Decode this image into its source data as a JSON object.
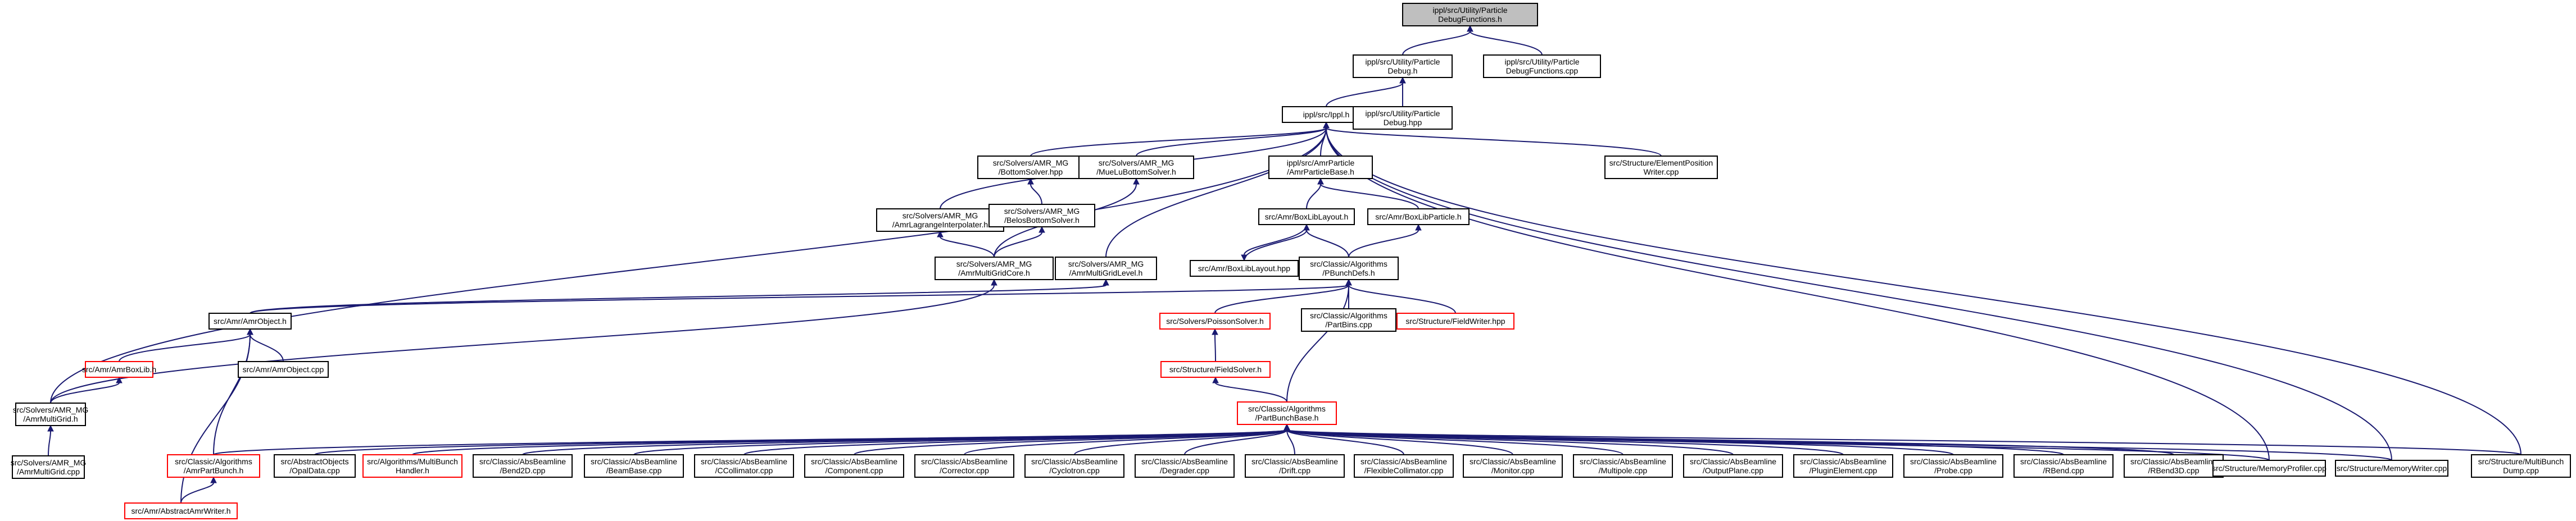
{
  "colors": {
    "edge": "#191970",
    "node_border": "#000000",
    "node_border_incomplete": "#ff0000",
    "highlight_fill": "#bfbfbf"
  },
  "nodes": [
    {
      "id": "root",
      "lines": [
        "ippl/src/Utility/Particle",
        "DebugFunctions.h"
      ],
      "style": "highlight"
    },
    {
      "id": "pdh",
      "lines": [
        "ippl/src/Utility/Particle",
        "Debug.h"
      ]
    },
    {
      "id": "dfcpp",
      "lines": [
        "ippl/src/Utility/Particle",
        "DebugFunctions.cpp"
      ]
    },
    {
      "id": "ipplh",
      "lines": [
        "ippl/src/Ippl.h"
      ]
    },
    {
      "id": "pdhpp",
      "lines": [
        "ippl/src/Utility/Particle",
        "Debug.hpp"
      ]
    },
    {
      "id": "bbshpp",
      "lines": [
        "src/Solvers/AMR_MG",
        "/BottomSolver.hpp"
      ]
    },
    {
      "id": "mlbs",
      "lines": [
        "src/Solvers/AMR_MG",
        "/MueLuBottomSolver.h"
      ]
    },
    {
      "id": "apb",
      "lines": [
        "ippl/src/AmrParticle",
        "/AmrParticleBase.h"
      ]
    },
    {
      "id": "sep",
      "lines": [
        "src/Structure/ElementPosition",
        "Writer.cpp"
      ]
    },
    {
      "id": "ali",
      "lines": [
        "src/Solvers/AMR_MG",
        "/AmrLagrangeInterpolater.h"
      ]
    },
    {
      "id": "bbsh",
      "lines": [
        "src/Solvers/AMR_MG",
        "/BelosBottomSolver.h"
      ]
    },
    {
      "id": "abll",
      "lines": [
        "src/Amr/BoxLibLayout.h"
      ]
    },
    {
      "id": "ablp",
      "lines": [
        "src/Amr/BoxLibParticle.h"
      ]
    },
    {
      "id": "ablhpp",
      "lines": [
        "src/Amr/BoxLibLayout.hpp"
      ]
    },
    {
      "id": "amgc",
      "lines": [
        "src/Solvers/AMR_MG",
        "/AmrMultiGridCore.h"
      ]
    },
    {
      "id": "amgl",
      "lines": [
        "src/Solvers/AMR_MG",
        "/AmrMultiGridLevel.h"
      ]
    },
    {
      "id": "pbd",
      "lines": [
        "src/Classic/Algorithms",
        "/PBunchDefs.h"
      ]
    },
    {
      "id": "aoh",
      "lines": [
        "src/Amr/AmrObject.h"
      ]
    },
    {
      "id": "ps",
      "lines": [
        "src/Solvers/PoissonSolver.h"
      ],
      "style": "red"
    },
    {
      "id": "pbcpp",
      "lines": [
        "src/Classic/Algorithms",
        "/PartBins.cpp"
      ]
    },
    {
      "id": "sfw",
      "lines": [
        "src/Structure/FieldWriter.hpp"
      ],
      "style": "red"
    },
    {
      "id": "abl",
      "lines": [
        "src/Amr/AmrBoxLib.h"
      ],
      "style": "red"
    },
    {
      "id": "aocpp",
      "lines": [
        "src/Amr/AmrObject.cpp"
      ]
    },
    {
      "id": "sfs",
      "lines": [
        "src/Structure/FieldSolver.h"
      ],
      "style": "red"
    },
    {
      "id": "amg",
      "lines": [
        "src/Solvers/AMR_MG",
        "/AmrMultiGrid.h"
      ]
    },
    {
      "id": "pbb",
      "lines": [
        "src/Classic/Algorithms",
        "/PartBunchBase.h"
      ],
      "style": "red"
    },
    {
      "id": "amgcpp",
      "lines": [
        "src/Solvers/AMR_MG",
        "/AmrMultiGrid.cpp"
      ]
    },
    {
      "id": "apbh",
      "lines": [
        "src/Classic/Algorithms",
        "/AmrPartBunch.h"
      ],
      "style": "red"
    },
    {
      "id": "aod",
      "lines": [
        "src/AbstractObjects",
        "/OpalData.cpp"
      ]
    },
    {
      "id": "mbh",
      "lines": [
        "src/Algorithms/MultiBunch",
        "Handler.h"
      ],
      "style": "red"
    },
    {
      "id": "b2d",
      "lines": [
        "src/Classic/AbsBeamline",
        "/Bend2D.cpp"
      ]
    },
    {
      "id": "bb",
      "lines": [
        "src/Classic/AbsBeamline",
        "/BeamBase.cpp"
      ]
    },
    {
      "id": "cc",
      "lines": [
        "src/Classic/AbsBeamline",
        "/CCollimator.cpp"
      ]
    },
    {
      "id": "comp",
      "lines": [
        "src/Classic/AbsBeamline",
        "/Component.cpp"
      ]
    },
    {
      "id": "corr",
      "lines": [
        "src/Classic/AbsBeamline",
        "/Corrector.cpp"
      ]
    },
    {
      "id": "cyc",
      "lines": [
        "src/Classic/AbsBeamline",
        "/Cyclotron.cpp"
      ]
    },
    {
      "id": "deg",
      "lines": [
        "src/Classic/AbsBeamline",
        "/Degrader.cpp"
      ]
    },
    {
      "id": "drift",
      "lines": [
        "src/Classic/AbsBeamline",
        "/Drift.cpp"
      ]
    },
    {
      "id": "fc",
      "lines": [
        "src/Classic/AbsBeamline",
        "/FlexibleCollimator.cpp"
      ]
    },
    {
      "id": "mon",
      "lines": [
        "src/Classic/AbsBeamline",
        "/Monitor.cpp"
      ]
    },
    {
      "id": "mp",
      "lines": [
        "src/Classic/AbsBeamline",
        "/Multipole.cpp"
      ]
    },
    {
      "id": "op",
      "lines": [
        "src/Classic/AbsBeamline",
        "/OutputPlane.cpp"
      ]
    },
    {
      "id": "pe",
      "lines": [
        "src/Classic/AbsBeamline",
        "/PluginElement.cpp"
      ]
    },
    {
      "id": "probe",
      "lines": [
        "src/Classic/AbsBeamline",
        "/Probe.cpp"
      ]
    },
    {
      "id": "rb",
      "lines": [
        "src/Classic/AbsBeamline",
        "/RBend.cpp"
      ]
    },
    {
      "id": "rb3d",
      "lines": [
        "src/Classic/AbsBeamline",
        "/RBend3D.cpp"
      ]
    },
    {
      "id": "smp",
      "lines": [
        "src/Structure/MemoryProfiler.cpp"
      ]
    },
    {
      "id": "smw",
      "lines": [
        "src/Structure/MemoryWriter.cpp"
      ]
    },
    {
      "id": "smb",
      "lines": [
        "src/Structure/MultiBunch",
        "Dump.cpp"
      ]
    },
    {
      "id": "aaw",
      "lines": [
        "src/Amr/AbstractAmrWriter.h"
      ],
      "style": "red"
    }
  ]
}
